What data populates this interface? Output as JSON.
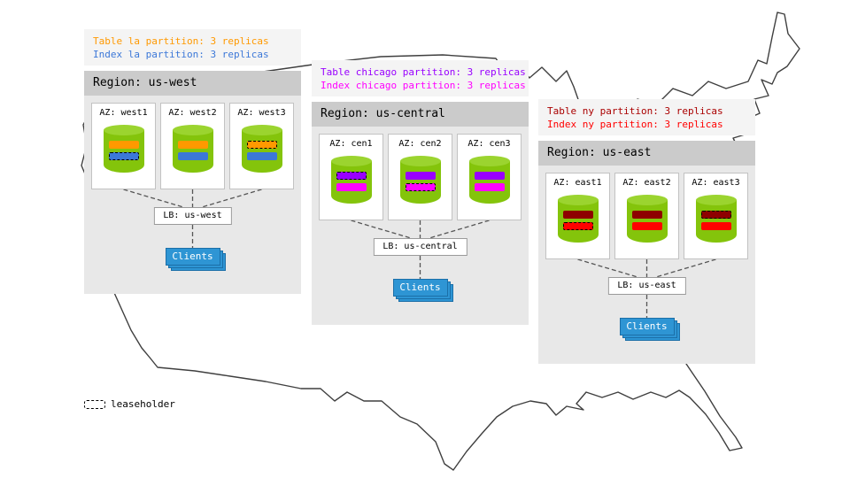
{
  "diagram": {
    "leaseholder_legend_label": "leaseholder"
  },
  "colors": {
    "cylinder": "#84c40b",
    "cylinder_top": "#9bd42f",
    "clients": "#2e95d4",
    "clients_border": "#1b6fa8",
    "map_outline": "#3f3f3f"
  },
  "regions": [
    {
      "name": "us-west",
      "title": "Region: us-west",
      "legend": {
        "table_line": "Table la partition: 3 replicas",
        "index_line": "Index la partition: 3 replicas",
        "table_color": "#ff9900",
        "index_color": "#3c78d8"
      },
      "lb_label": "LB: us-west",
      "clients_label": "Clients",
      "azs": [
        {
          "label": "AZ: west1",
          "bars": [
            {
              "partition": "table la",
              "color": "#ff9900",
              "leaseholder": false
            },
            {
              "partition": "index la",
              "color": "#3c78d8",
              "leaseholder": true
            }
          ]
        },
        {
          "label": "AZ: west2",
          "bars": [
            {
              "partition": "table la",
              "color": "#ff9900",
              "leaseholder": false
            },
            {
              "partition": "index la",
              "color": "#3c78d8",
              "leaseholder": false
            }
          ]
        },
        {
          "label": "AZ: west3",
          "bars": [
            {
              "partition": "table la",
              "color": "#ff9900",
              "leaseholder": true
            },
            {
              "partition": "index la",
              "color": "#3c78d8",
              "leaseholder": false
            }
          ]
        }
      ]
    },
    {
      "name": "us-central",
      "title": "Region: us-central",
      "legend": {
        "table_line": "Table chicago partition: 3 replicas",
        "index_line": "Index chicago partition: 3 replicas",
        "table_color": "#9900ff",
        "index_color": "#ff00ff"
      },
      "lb_label": "LB: us-central",
      "clients_label": "Clients",
      "azs": [
        {
          "label": "AZ: cen1",
          "bars": [
            {
              "partition": "table chicago",
              "color": "#9900ff",
              "leaseholder": true
            },
            {
              "partition": "index chicago",
              "color": "#ff00ff",
              "leaseholder": false
            }
          ]
        },
        {
          "label": "AZ: cen2",
          "bars": [
            {
              "partition": "table chicago",
              "color": "#9900ff",
              "leaseholder": false
            },
            {
              "partition": "index chicago",
              "color": "#ff00ff",
              "leaseholder": true
            }
          ]
        },
        {
          "label": "AZ: cen3",
          "bars": [
            {
              "partition": "table chicago",
              "color": "#9900ff",
              "leaseholder": false
            },
            {
              "partition": "index chicago",
              "color": "#ff00ff",
              "leaseholder": false
            }
          ]
        }
      ]
    },
    {
      "name": "us-east",
      "title": "Region: us-east",
      "legend": {
        "table_line": "Table ny partition: 3 replicas",
        "index_line": "Index ny partition: 3 replicas",
        "table_color": "#aa0000",
        "index_color": "#ff0000"
      },
      "lb_label": "LB: us-east",
      "clients_label": "Clients",
      "azs": [
        {
          "label": "AZ: east1",
          "bars": [
            {
              "partition": "table ny",
              "color": "#8e0000",
              "leaseholder": false
            },
            {
              "partition": "index ny",
              "color": "#ff0000",
              "leaseholder": true
            }
          ]
        },
        {
          "label": "AZ: east2",
          "bars": [
            {
              "partition": "table ny",
              "color": "#8e0000",
              "leaseholder": false
            },
            {
              "partition": "index ny",
              "color": "#ff0000",
              "leaseholder": false
            }
          ]
        },
        {
          "label": "AZ: east3",
          "bars": [
            {
              "partition": "table ny",
              "color": "#8e0000",
              "leaseholder": true
            },
            {
              "partition": "index ny",
              "color": "#ff0000",
              "leaseholder": false
            }
          ]
        }
      ]
    }
  ]
}
